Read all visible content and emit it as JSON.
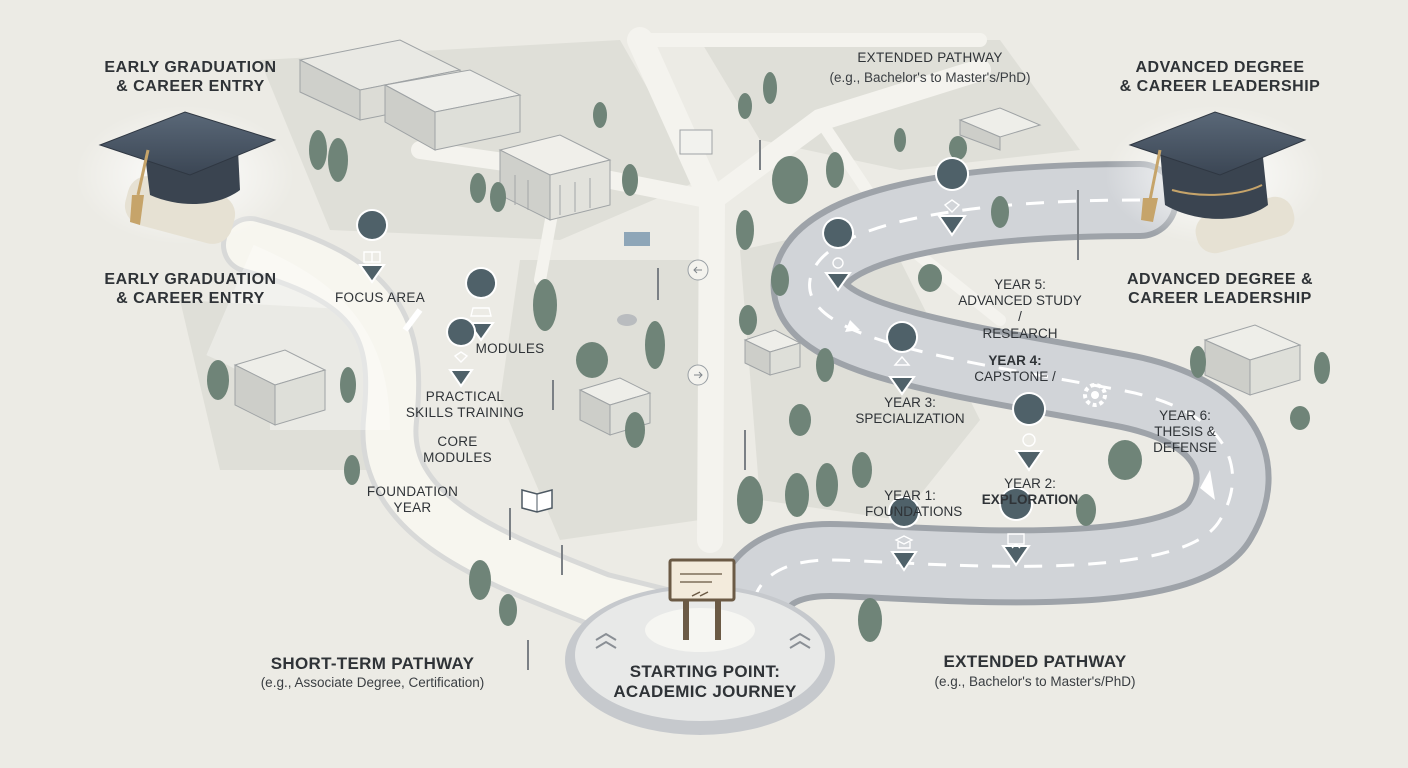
{
  "labels": {
    "top_left_title": "EARLY GRADUATION\n& CAREER ENTRY",
    "mid_left_title": "EARLY GRADUATION\n& CAREER ENTRY",
    "top_center_title": "EXTENDED PATHWAY",
    "top_center_sub": "(e.g., Bachelor's to Master's/PhD)",
    "top_right_title": "ADVANCED DEGREE\n& CAREER LEADERSHIP",
    "mid_right_title": "ADVANCED DEGREE &\nCAREER LEADERSHIP",
    "short_term_title": "SHORT-TERM PATHWAY",
    "short_term_sub": "(e.g., Associate Degree, Certification)",
    "start_title": "STARTING POINT:\nACADEMIC JOURNEY",
    "extended_title": "EXTENDED PATHWAY",
    "extended_sub": "(e.g., Bachelor's to Master's/PhD)"
  },
  "short_path_steps": {
    "focus_area": "FOCUS AREA",
    "modules": "MODULES",
    "practical": "PRACTICAL\nSKILLS TRAINING",
    "core": "CORE\nMODULES",
    "foundation": "FOUNDATION\nYEAR"
  },
  "extended_path_steps": {
    "year1_a": "YEAR 1:",
    "year1_b": "FOUNDATIONS",
    "year2_a": "YEAR 2:",
    "year2_b": "EXPLORATION",
    "year3_a": "YEAR 3:",
    "year3_b": "SPECIALIZATION",
    "year4_a": "YEAR 4:",
    "year4_b": "CAPSTONE /",
    "year5_a": "YEAR 5:",
    "year5_b": "ADVANCED STUDY /\nRESEARCH",
    "year6_a": "YEAR 6:",
    "year6_b": "THESIS &\nDEFENSE"
  },
  "icons": [
    "graduation-cap-icon",
    "diploma-scroll-icon",
    "book-icon",
    "stack-icon",
    "gear-icon",
    "atom-icon",
    "presenter-icon",
    "signpost-icon"
  ],
  "colors": {
    "background": "#ecebe5",
    "road": "#c9ccd0",
    "pin": "#4f6169",
    "tree": "#6f8478",
    "building": "#dcdcd6"
  }
}
